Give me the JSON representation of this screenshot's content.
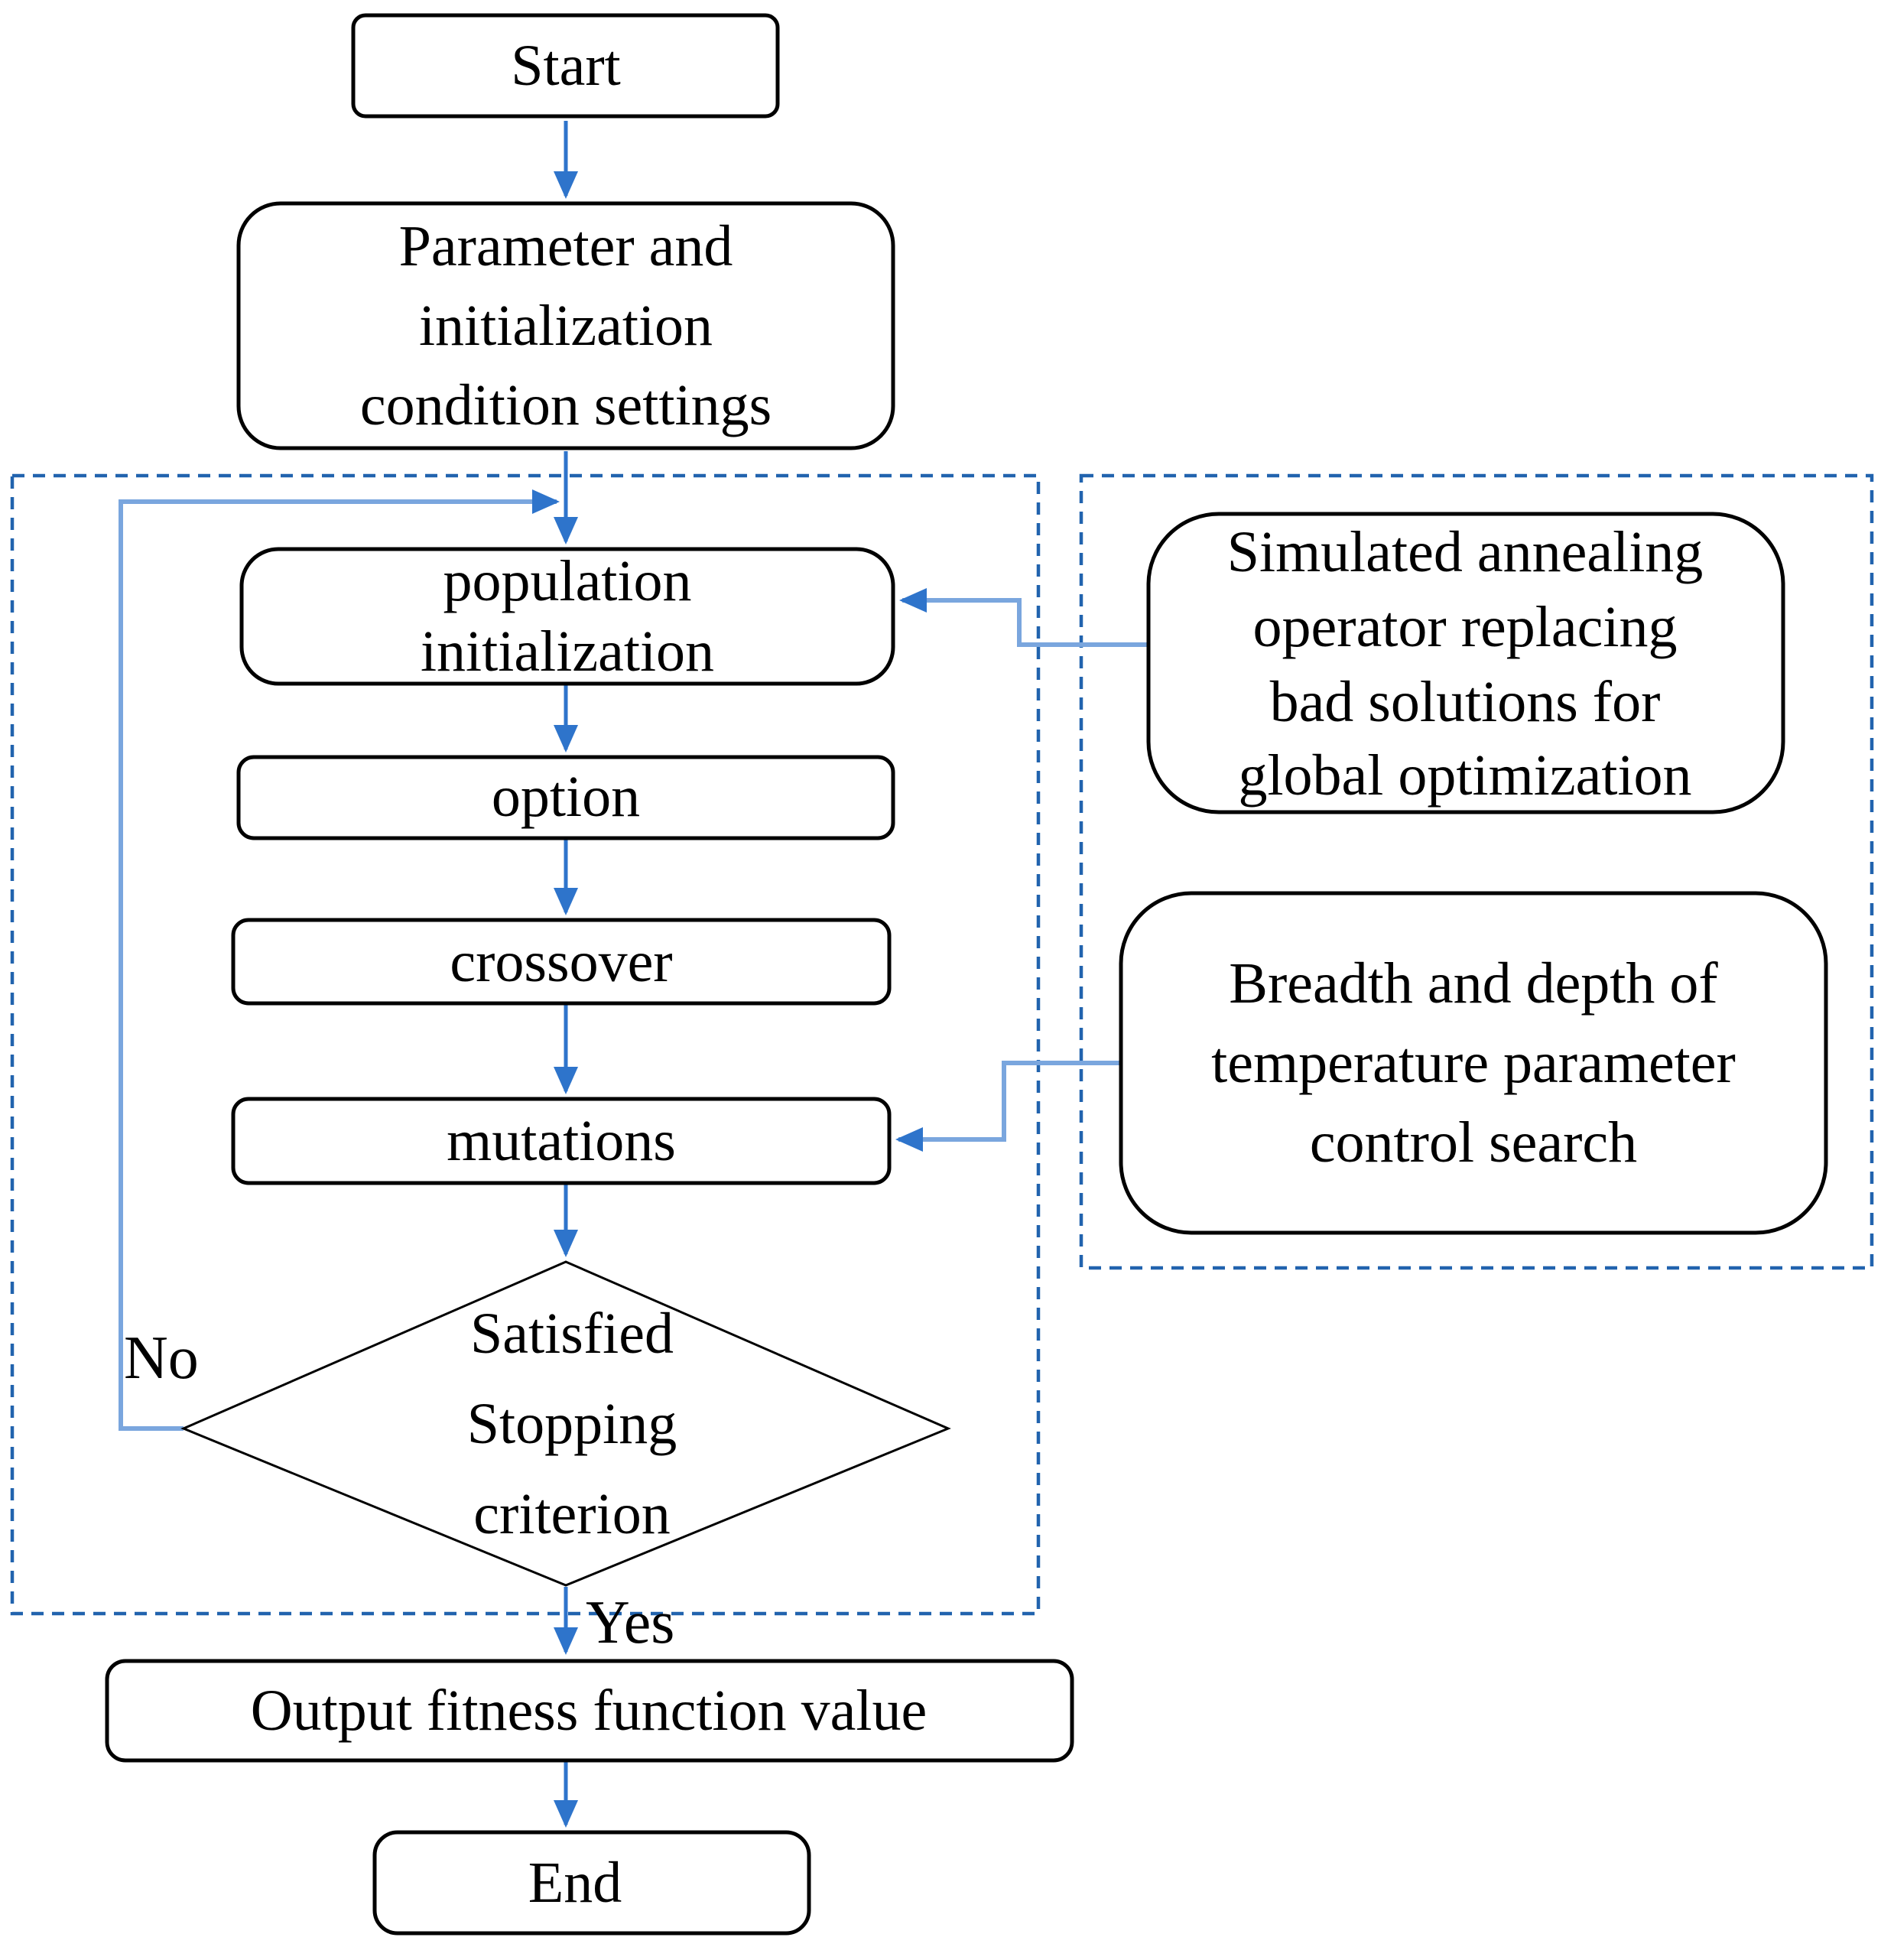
{
  "diagram": {
    "nodes": {
      "start": {
        "label": "Start"
      },
      "parameter": {
        "lines": [
          "Parameter and",
          "initialization",
          "condition settings"
        ]
      },
      "population": {
        "lines": [
          "population",
          "initialization"
        ]
      },
      "option": {
        "label": "option"
      },
      "crossover": {
        "label": "crossover"
      },
      "mutations": {
        "label": "mutations"
      },
      "decision": {
        "lines": [
          "Satisfied",
          "Stopping",
          "criterion"
        ]
      },
      "output": {
        "label": "Output fitness function value"
      },
      "end": {
        "label": "End"
      },
      "sa_note": {
        "lines": [
          "Simulated annealing",
          "operator replacing",
          "bad solutions for",
          "global optimization"
        ]
      },
      "breadth_note": {
        "lines": [
          "Breadth and depth of",
          "temperature parameter",
          "control search"
        ]
      }
    },
    "edge_labels": {
      "no": "No",
      "yes": "Yes"
    },
    "colors": {
      "arrow": "#2e74cb",
      "loop-arrow": "#7aa6de",
      "dashed-border": "#2163ae",
      "node-border": "#000000",
      "text": "#000000",
      "background": "#ffffff"
    }
  }
}
